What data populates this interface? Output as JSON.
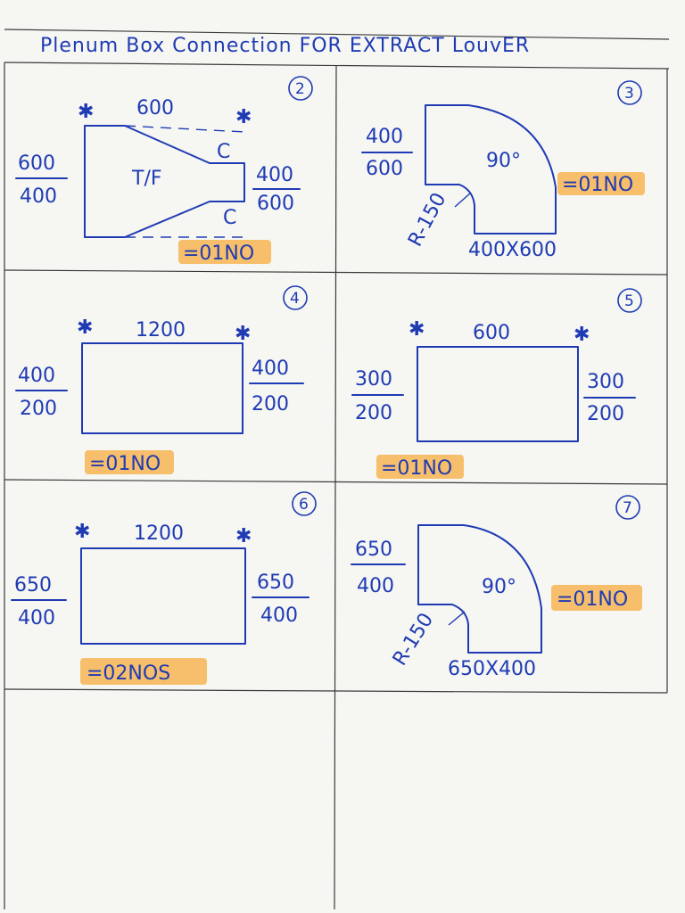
{
  "colors": {
    "ink": "#1f3bb3",
    "highlight": "#f7b552",
    "paper": "#f6f6f3",
    "grid": "#3a3a3a"
  },
  "title": "Plenum Box Connection FOR EXTRACT LouvER",
  "items": [
    {
      "number": "2",
      "top_dim": "600",
      "left_top": "600",
      "left_bottom": "400",
      "right_top": "400",
      "right_bottom": "600",
      "center_label": "T/F",
      "corner_marks": [
        "C",
        "C"
      ],
      "quantity": "=01NO"
    },
    {
      "number": "3",
      "left_top": "400",
      "left_bottom": "600",
      "angle": "90°",
      "radius": "R-150",
      "bottom_dim": "400X600",
      "quantity": "=01NO"
    },
    {
      "number": "4",
      "top_dim": "1200",
      "left_top": "400",
      "left_bottom": "200",
      "right_top": "400",
      "right_bottom": "200",
      "quantity": "=01NO"
    },
    {
      "number": "5",
      "top_dim": "600",
      "left_top": "300",
      "left_bottom": "200",
      "right_top": "300",
      "right_bottom": "200",
      "quantity": "=01NO"
    },
    {
      "number": "6",
      "top_dim": "1200",
      "left_top": "650",
      "left_bottom": "400",
      "right_top": "650",
      "right_bottom": "400",
      "quantity": "=02NOS"
    },
    {
      "number": "7",
      "left_top": "650",
      "left_bottom": "400",
      "angle": "90°",
      "radius": "R-150",
      "bottom_dim": "650X400",
      "quantity": "=01NO"
    }
  ]
}
